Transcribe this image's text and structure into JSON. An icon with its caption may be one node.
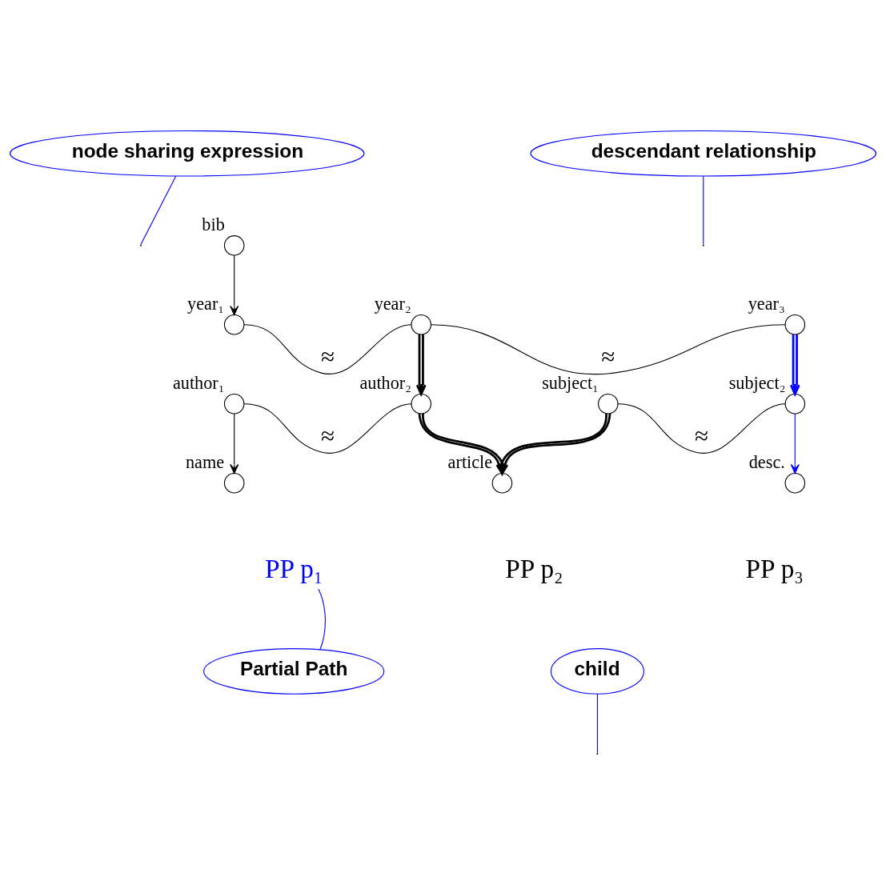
{
  "diagram": {
    "nodes": [
      {
        "text": [
          "node sharing expression"
        ]
      },
      {
        "text": [
          "descendant relationship"
        ]
      },
      {
        "text": [],
        "shape": "circle",
        "beside": [
          "bib"
        ]
      },
      {
        "text": [],
        "shape": "circle",
        "beside": [
          "year₁"
        ]
      },
      {
        "text": [],
        "shape": "circle",
        "beside": [
          "year₂"
        ]
      },
      {
        "text": [],
        "shape": "circle",
        "beside": [
          "year₃"
        ]
      },
      {
        "text": [],
        "shape": "circle",
        "beside": [
          "author₁"
        ]
      },
      {
        "text": [],
        "shape": "circle",
        "beside": [
          "author₂"
        ]
      },
      {
        "text": [],
        "shape": "circle",
        "beside": [
          "subject₁"
        ]
      },
      {
        "text": [],
        "shape": "circle",
        "beside": [
          "subject₂"
        ]
      },
      {
        "text": [],
        "shape": "circle",
        "beside": [
          "name"
        ]
      },
      {
        "text": [],
        "shape": "circle",
        "beside": [
          "article"
        ]
      },
      {
        "text": [],
        "shape": "circle",
        "beside": [
          "desc."
        ]
      },
      {
        "text": [
          "PP p₁"
        ]
      },
      {
        "text": [
          "Partial Path"
        ]
      },
      {
        "text": [
          "child"
        ]
      }
    ],
    "edges": [
      {
        "from": 2,
        "to": 3,
        "arrow": "to"
      },
      {
        "from": 3,
        "to": 4,
        "arrow": "none",
        "label": "≈"
      },
      {
        "from": 4,
        "to": 5,
        "arrow": "none",
        "label": "≈"
      },
      {
        "from": 6,
        "to": 7,
        "arrow": "none",
        "label": "≈"
      },
      {
        "from": 8,
        "to": 9,
        "arrow": "none",
        "label": "≈"
      },
      {
        "from": 4,
        "to": 7,
        "arrow": "to",
        "style": "thick"
      },
      {
        "from": 5,
        "to": 9,
        "arrow": "to",
        "style": "thick",
        "color": "#0000ff"
      },
      {
        "from": 6,
        "to": 10,
        "arrow": "to"
      },
      {
        "from": 7,
        "to": 11,
        "arrow": "to",
        "style": "thick"
      },
      {
        "from": 8,
        "to": 11,
        "arrow": "to",
        "style": "thick"
      },
      {
        "from": 9,
        "to": 12,
        "arrow": "to",
        "color": "#0000ff"
      },
      {
        "from": 0,
        "to": null,
        "arrow": "none",
        "color": "#0000ff"
      },
      {
        "from": 1,
        "to": null,
        "arrow": "none",
        "color": "#0000ff"
      },
      {
        "from": 15,
        "to": null,
        "arrow": "none",
        "color": "#0000ff"
      },
      {
        "from": 14,
        "to": 13,
        "arrow": "none",
        "color": "#0000ff"
      }
    ],
    "labels": [
      "PP p₂",
      "PP p₃"
    ]
  }
}
